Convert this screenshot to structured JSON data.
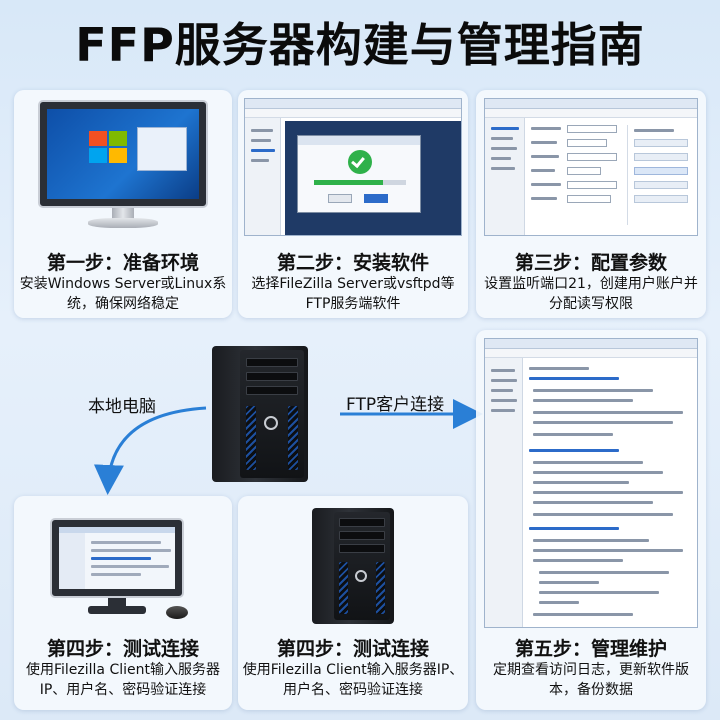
{
  "title": "FFP服务器构建与管理指南",
  "steps": [
    {
      "title": "第一步：准备环境",
      "desc": "安装Windows Server或Linux系统，确保网络稳定"
    },
    {
      "title": "第二步：安装软件",
      "desc": "选择FileZilla Server或vsftpd等FTP服务端软件"
    },
    {
      "title": "第三步：配置参数",
      "desc": "设置监听端口21，创建用户账户并分配读写权限"
    },
    {
      "title": "第四步：测试连接",
      "desc": "使用Filezilla Client输入服务器IP、用户名、密码验证连接"
    },
    {
      "title": "第四步：测试连接",
      "desc": "使用Filezilla Client输入服务器IP、用户名、密码验证连接"
    },
    {
      "title": "第五步：管理维护",
      "desc": "定期查看访问日志，更新软件版本，备份数据"
    }
  ],
  "flow": {
    "local_label": "本地电脑",
    "ftp_label": "FTP客户连接"
  },
  "colors": {
    "arrow": "#2a7fd6",
    "accent_blue": "#1e74d0",
    "success_green": "#2fb14a"
  },
  "icons": [
    "monitor-icon",
    "tower-server-icon",
    "check-icon",
    "mouse-icon"
  ]
}
